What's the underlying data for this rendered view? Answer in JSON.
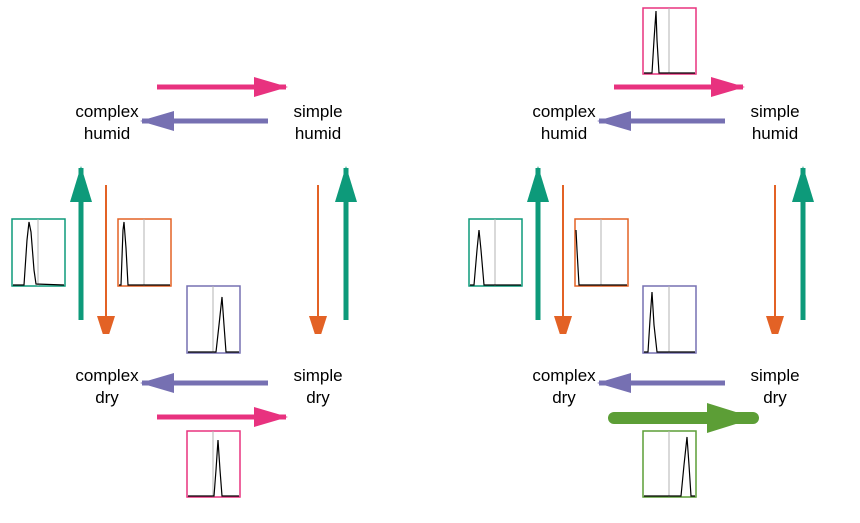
{
  "colors": {
    "magenta": "#e8327f",
    "purple": "#7670b2",
    "orange": "#e36225",
    "teal": "#0d9a7a",
    "green": "#5c9e36",
    "gray_line": "#b3b3b3",
    "text": "#000000"
  },
  "panels": [
    {
      "nodes": {
        "complex_humid": {
          "line1": "complex",
          "line2": "humid"
        },
        "simple_humid": {
          "line1": "simple",
          "line2": "humid"
        },
        "complex_dry": {
          "line1": "complex",
          "line2": "dry"
        },
        "simple_dry": {
          "line1": "simple",
          "line2": "dry"
        }
      },
      "transitions": [
        {
          "from": "complex humid",
          "to": "simple humid",
          "color": "magenta",
          "weight": "thin"
        },
        {
          "from": "simple humid",
          "to": "complex humid",
          "color": "purple",
          "weight": "thin"
        },
        {
          "from": "complex humid",
          "to": "complex dry",
          "color": "orange",
          "weight": "thin"
        },
        {
          "from": "complex dry",
          "to": "complex humid",
          "color": "teal",
          "weight": "thin"
        },
        {
          "from": "simple humid",
          "to": "simple dry",
          "color": "orange",
          "weight": "thin"
        },
        {
          "from": "simple dry",
          "to": "simple humid",
          "color": "teal",
          "weight": "thin"
        },
        {
          "from": "simple dry",
          "to": "complex dry",
          "color": "purple",
          "weight": "thin"
        },
        {
          "from": "complex dry",
          "to": "simple dry",
          "color": "magenta",
          "weight": "thin"
        }
      ]
    },
    {
      "nodes": {
        "complex_humid": {
          "line1": "complex",
          "line2": "humid"
        },
        "simple_humid": {
          "line1": "simple",
          "line2": "humid"
        },
        "complex_dry": {
          "line1": "complex",
          "line2": "dry"
        },
        "simple_dry": {
          "line1": "simple",
          "line2": "dry"
        }
      },
      "transitions": [
        {
          "from": "complex humid",
          "to": "simple humid",
          "color": "magenta",
          "weight": "thin"
        },
        {
          "from": "simple humid",
          "to": "complex humid",
          "color": "purple",
          "weight": "thin"
        },
        {
          "from": "complex humid",
          "to": "complex dry",
          "color": "orange",
          "weight": "thin"
        },
        {
          "from": "complex dry",
          "to": "complex humid",
          "color": "teal",
          "weight": "thin"
        },
        {
          "from": "simple humid",
          "to": "simple dry",
          "color": "orange",
          "weight": "thin"
        },
        {
          "from": "simple dry",
          "to": "simple humid",
          "color": "teal",
          "weight": "thin"
        },
        {
          "from": "simple dry",
          "to": "complex dry",
          "color": "purple",
          "weight": "thin"
        },
        {
          "from": "complex dry",
          "to": "simple dry",
          "color": "green",
          "weight": "thick"
        }
      ]
    }
  ]
}
